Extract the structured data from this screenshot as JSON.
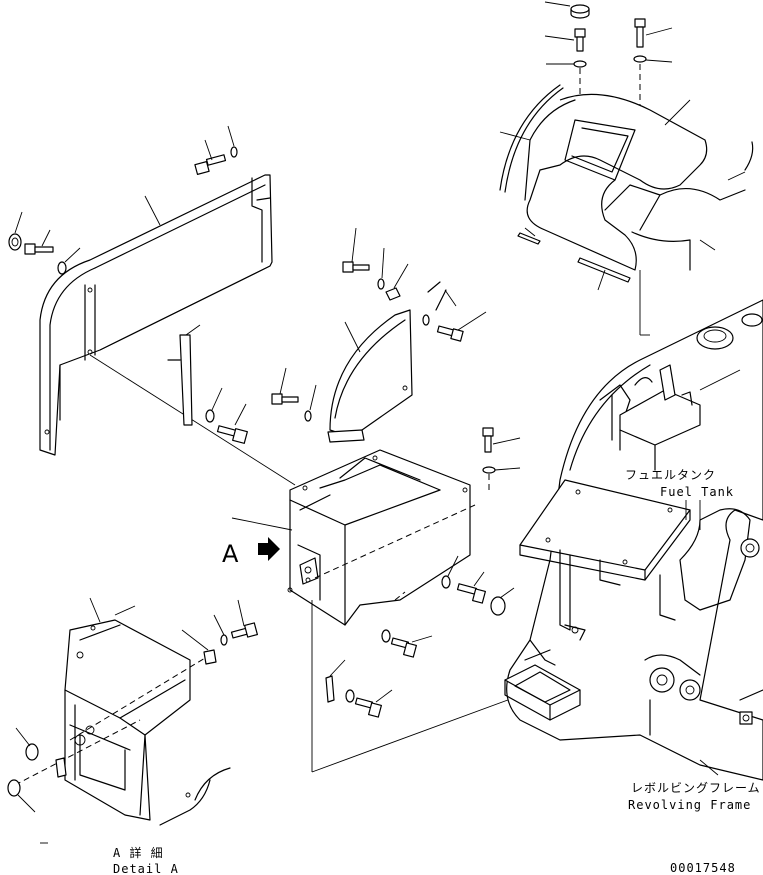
{
  "labels": {
    "fuel_tank_jp": "フュエルタンク",
    "fuel_tank_en": "Fuel Tank",
    "revolving_frame_jp": "レボルビングフレーム",
    "revolving_frame_en": "Revolving Frame",
    "view_letter": "A",
    "detail_jp": "A 詳 細",
    "detail_en": "Detail A",
    "part_number": "00017548"
  }
}
